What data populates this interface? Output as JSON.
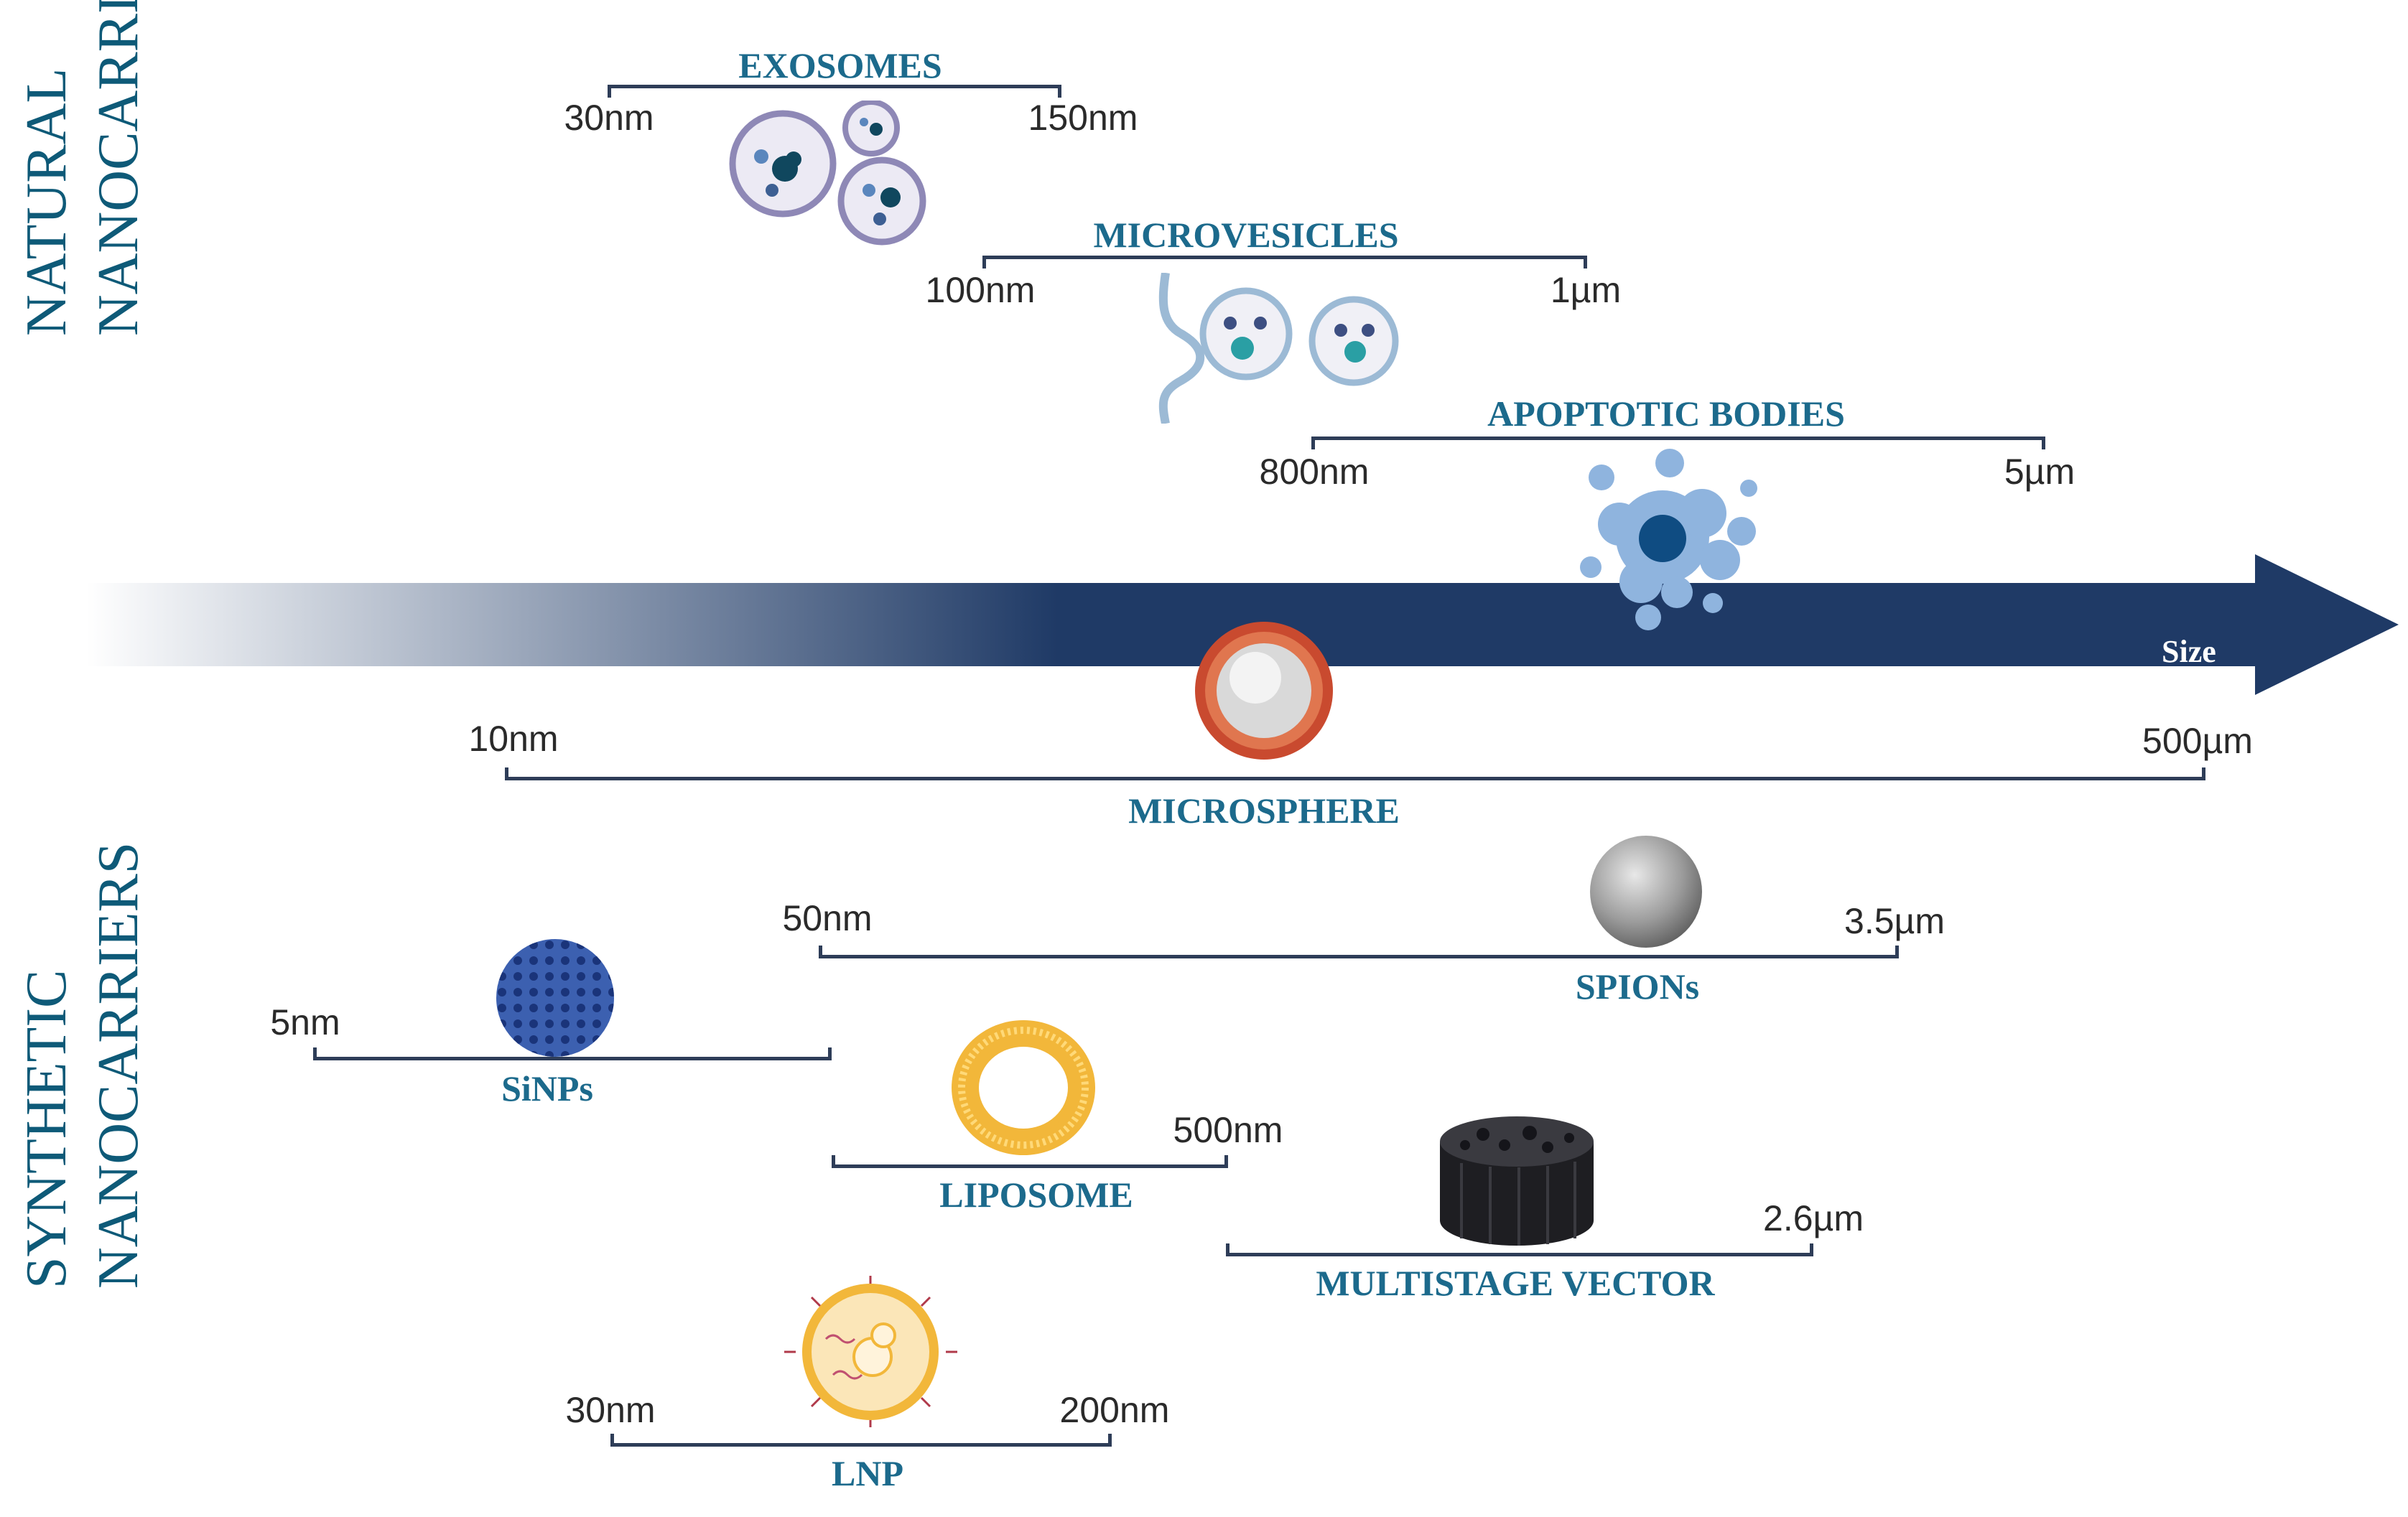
{
  "sections": {
    "natural": [
      "NATURAL",
      "NANOCARRIERS"
    ],
    "synthetic": [
      "SYNTHETIC",
      "NANOCARRIERS"
    ]
  },
  "axis": {
    "label": "Size",
    "color": "#1f3a66"
  },
  "microsphere": {
    "name": "MICROSPHERE",
    "min": "10nm",
    "max": "500µm"
  },
  "natural_items": [
    {
      "name": "EXOSOMES",
      "min": "30nm",
      "max": "150nm",
      "icon": "exosomes-icon"
    },
    {
      "name": "MICROVESICLES",
      "min": "100nm",
      "max": "1µm",
      "icon": "microvesicles-icon"
    },
    {
      "name": "APOPTOTIC BODIES",
      "min": "800nm",
      "max": "5µm",
      "icon": "apoptotic-body-icon"
    }
  ],
  "synthetic_items": [
    {
      "name": "SPIONs",
      "min": "50nm",
      "max": "3.5µm",
      "icon": "spion-icon"
    },
    {
      "name": "SiNPs",
      "min": "5nm",
      "max": "",
      "icon": "silica-nanoparticle-icon"
    },
    {
      "name": "LIPOSOME",
      "min": "",
      "max": "500nm",
      "icon": "liposome-icon"
    },
    {
      "name": "MULTISTAGE VECTOR",
      "min": "",
      "max": "2.6µm",
      "icon": "multistage-vector-icon"
    },
    {
      "name": "LNP",
      "min": "30nm",
      "max": "200nm",
      "icon": "lipid-nanoparticle-icon"
    }
  ]
}
